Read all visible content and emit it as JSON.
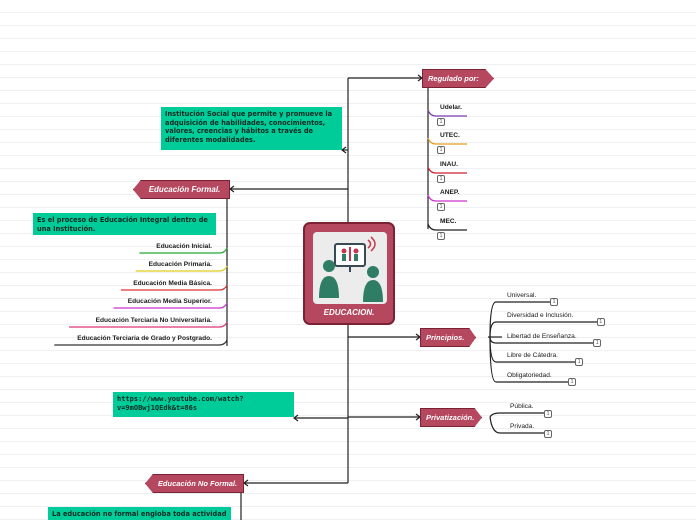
{
  "central": {
    "label": "EDUCACION."
  },
  "regulado": {
    "label": "Regulado por:",
    "items": [
      "Udelar.",
      "UTEC.",
      "INAU.",
      "ANEP.",
      "MEC."
    ],
    "colors": [
      "#7a3fb0",
      "#e0a020",
      "#cc2233",
      "#cc33cc",
      "#222222"
    ]
  },
  "institucion_note": "Institución Social que permite y promueve la adquisición de habilidades, conocimientos, valores, creencias y hábitos a través de diferentes modalidades.",
  "formal": {
    "label": "Educación Formal.",
    "note": "Es el proceso de Educación Integral dentro de una Institución.",
    "items": [
      "Educación Inicial.",
      "Educación Primaria.",
      "Educación Media Básica.",
      "Educación Media Superior.",
      "Educación Terciaria No Universitaria.",
      "Educación Terciaria de Grado y Postgrado."
    ],
    "colors": [
      "#22aa33",
      "#e0cc20",
      "#dd3333",
      "#cc33cc",
      "#dd3377",
      "#333333"
    ]
  },
  "principios": {
    "label": "Principios.",
    "items": [
      "Universal.",
      "Diversidad e Inclusión.",
      "Libertad de Enseñanza.",
      "Libre de Cátedra.",
      "Obligatoriedad."
    ]
  },
  "link_note": "https://www.youtube.com/watch?v=9mOBwj1QEdk&t=86s",
  "privatizacion": {
    "label": "Privatización.",
    "items": [
      "Pública.",
      "Privada."
    ]
  },
  "no_formal": {
    "label": "Educación No Formal.",
    "note": "La educación no formal engloba toda actividad"
  },
  "badge_glyph": "1",
  "colors": {
    "topic": "#b5475f",
    "note": "#00cc99",
    "line": "#222222"
  }
}
